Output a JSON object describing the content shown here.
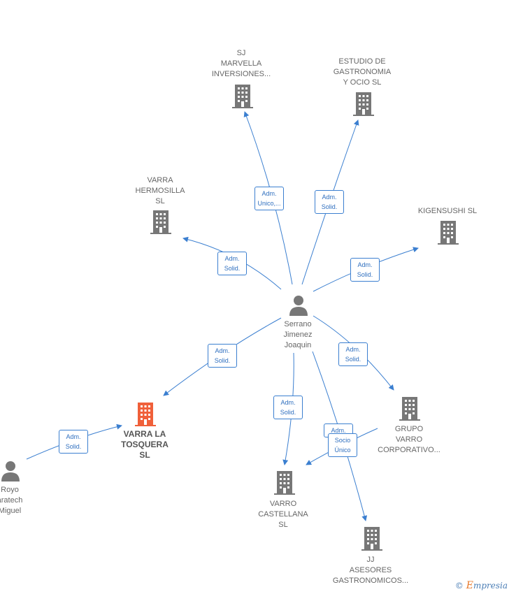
{
  "colors": {
    "edge": "#3b7fd0",
    "building": "#777777",
    "highlight": "#f0603a",
    "person": "#777777"
  },
  "nodes": {
    "sj": "SJ\nMARVELLA\nINVERSIONES...",
    "estudio": "ESTUDIO DE\nGASTRONOMIA\nY OCIO  SL",
    "hermosilla": "VARRA\nHERMOSILLA\nSL",
    "kigen": "KIGENSUSHI  SL",
    "serrano": "Serrano\nJimenez\nJoaquin",
    "tosquera": "VARRA LA\nTOSQUERA\nSL",
    "grupo": "GRUPO\nVARRO\nCORPORATIVO...",
    "castellana": "VARRO\nCASTELLANA\nSL",
    "jj": "JJ\nASESORES\nGASTRONOMICOS...",
    "royo": "Royo\naratech\nMiguel"
  },
  "edges": {
    "sj": "Adm.\nUnico,...",
    "estudio": "Adm.\nSolid.",
    "hermosilla": "Adm.\nSolid.",
    "kigen": "Adm.\nSolid.",
    "tosquera": "Adm.\nSolid.",
    "grupo": "Adm.\nSolid.",
    "castellana": "Adm.\nSolid.",
    "jj": "Adm.",
    "grupo_castellana": "Socio\nÚnico",
    "royo": "Adm.\nSolid."
  },
  "brand": {
    "copyright": "©",
    "e": "E",
    "rest": "mpresia"
  }
}
